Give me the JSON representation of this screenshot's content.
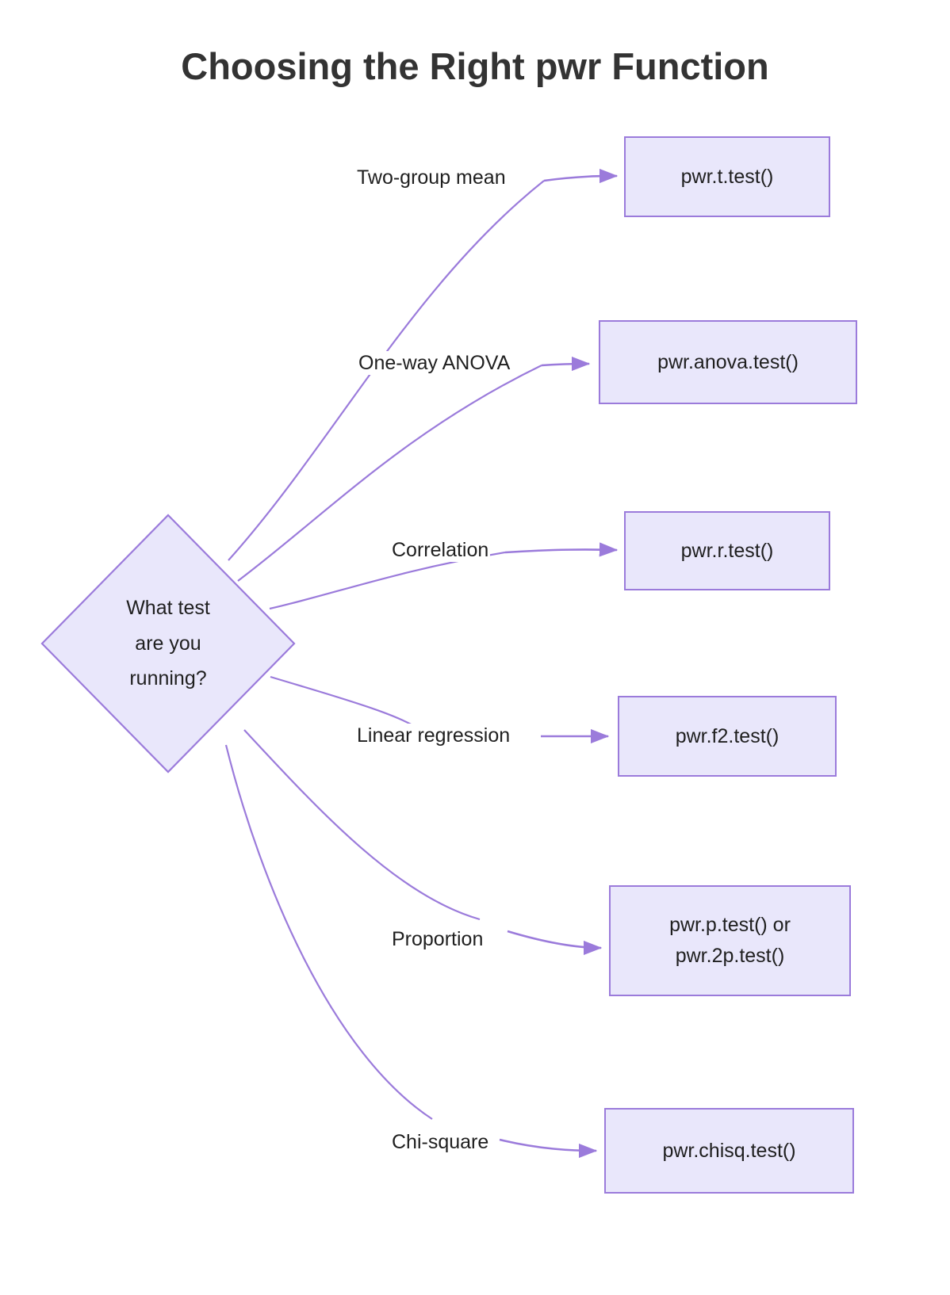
{
  "diagram": {
    "title": "Choosing the Right pwr Function",
    "type": "flowchart",
    "direction": "left-to-right",
    "colors": {
      "node_fill": "#e9e7fb",
      "node_border": "#9b7bdb",
      "edge_stroke": "#9b7bdb",
      "text": "#1f1f1f",
      "title_text": "#333333",
      "background": "#ffffff"
    },
    "decision": {
      "shape": "diamond",
      "lines": [
        "What test",
        "are you",
        "running?"
      ]
    },
    "branches": [
      {
        "label": "Two-group mean",
        "target_lines": [
          "pwr.t.test()"
        ]
      },
      {
        "label": "One-way ANOVA",
        "target_lines": [
          "pwr.anova.test()"
        ]
      },
      {
        "label": "Correlation",
        "target_lines": [
          "pwr.r.test()"
        ]
      },
      {
        "label": "Linear regression",
        "target_lines": [
          "pwr.f2.test()"
        ]
      },
      {
        "label": "Proportion",
        "target_lines": [
          "pwr.p.test() or",
          "pwr.2p.test()"
        ]
      },
      {
        "label": "Chi-square",
        "target_lines": [
          "pwr.chisq.test()"
        ]
      }
    ]
  }
}
